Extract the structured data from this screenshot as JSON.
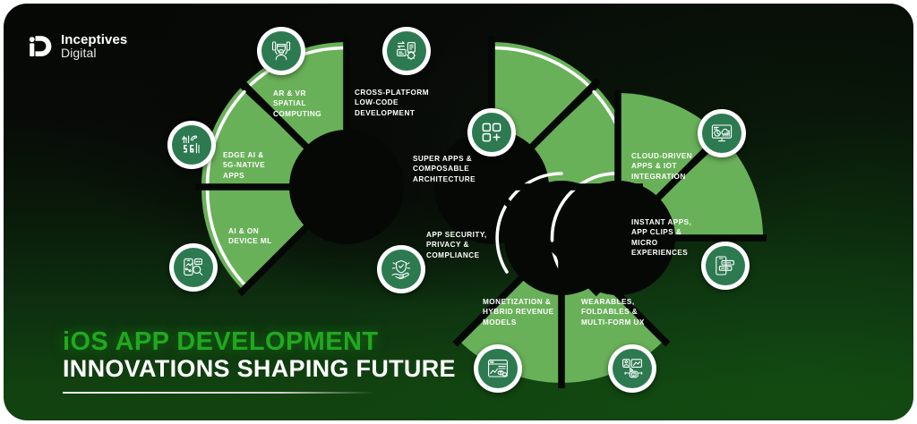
{
  "brand": {
    "logo_icon": "inceptives-d-mark-icon",
    "line1": "Inceptives",
    "line2": "Digital"
  },
  "title": {
    "line1": "iOS APP DEVELOPMENT",
    "line2": "INNOVATIONS SHAPING FUTURE"
  },
  "colors": {
    "wedge_green": "#69b159",
    "icon_disc_green": "#2d7a50",
    "accent_green": "#21a81f",
    "background_top": "#060806",
    "background_bottom": "#114310",
    "text_white": "#ffffff"
  },
  "diagram": {
    "type": "two-donut-segment-infographic",
    "segment_count": 10,
    "left_cluster_label": "left-donut",
    "right_cluster_label": "right-donut",
    "segments": [
      {
        "id": "ar-vr-spatial-computing",
        "label": "AR & VR\nSPATIAL\nCOMPUTING",
        "icon": "vr-headset-user-icon",
        "cluster": "left"
      },
      {
        "id": "cross-platform-low-code-development",
        "label": "CROSS-PLATFORM\nLOW-CODE\nDEVELOPMENT",
        "icon": "transfer-gear-code-icon",
        "cluster": "left"
      },
      {
        "id": "edge-ai-5g-native-apps",
        "label": "EDGE AI &\n5G-NATIVE\nAPPS",
        "icon": "5g-signal-tower-icon",
        "cluster": "left"
      },
      {
        "id": "super-apps-composable-architecture",
        "label": "SUPER APPS &\nCOMPOSABLE\nARCHITECTURE",
        "icon": "grid-plus-modules-icon",
        "cluster": "left"
      },
      {
        "id": "ai-on-device-ml",
        "label": "AI & ON\nDEVICE ML",
        "icon": "phone-ai-magnifier-icon",
        "cluster": "left"
      },
      {
        "id": "app-security-privacy-compliance",
        "label": "APP SECURITY,\nPRIVACY &\nCOMPLIANCE",
        "icon": "hand-shield-check-icon",
        "cluster": "left"
      },
      {
        "id": "cloud-driven-apps-iot-integration",
        "label": "CLOUD-DRIVEN\nAPPS & IOT\nINTEGRATION",
        "icon": "cloud-monitor-analytics-icon",
        "cluster": "right"
      },
      {
        "id": "instant-apps-app-clips-micro-experiences",
        "label": "INSTANT APPS,\nAPP CLIPS &\nMICRO\nEXPERIENCES",
        "icon": "phone-app-clip-icon",
        "cluster": "right"
      },
      {
        "id": "monetization-hybrid-revenue-models",
        "label": "MONETIZATION &\nHYBRID REVENUE\nMODELS",
        "icon": "revenue-dashboard-coins-icon",
        "cluster": "right"
      },
      {
        "id": "wearables-foldables-multi-form-ux",
        "label": "WEARABLES,\nFOLDABLES &\nMULTI-FORM UX",
        "icon": "smartwatch-devices-icon",
        "cluster": "right"
      }
    ]
  }
}
